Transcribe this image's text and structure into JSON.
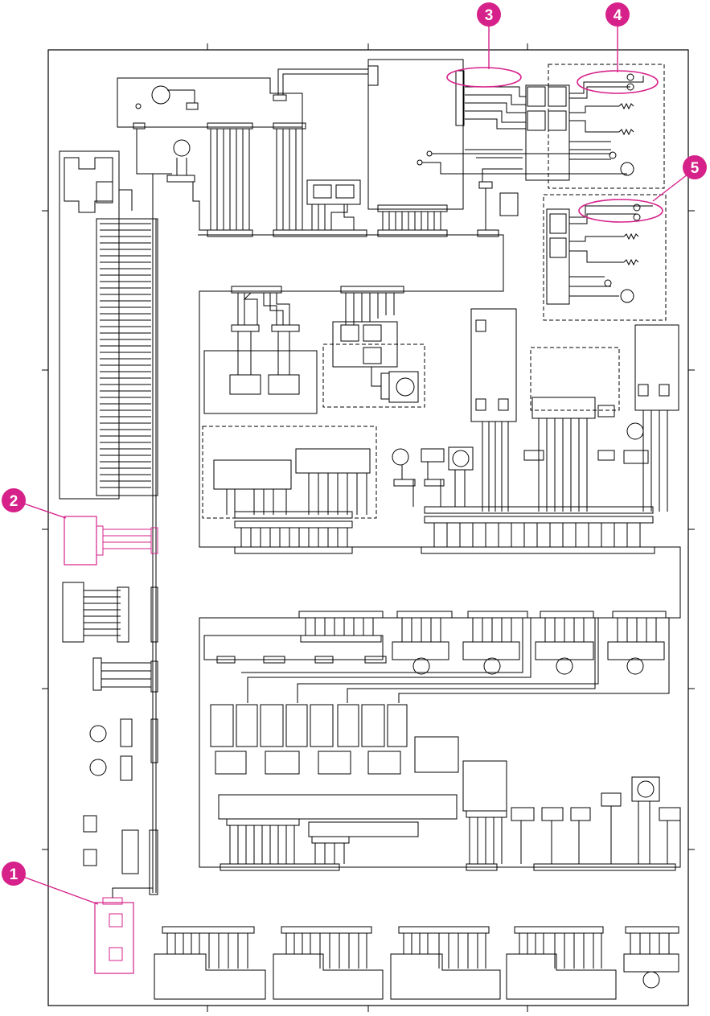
{
  "colors": {
    "line": "#000000",
    "accent": "#d6218a",
    "grey": "#9a9a9a",
    "background": "#ffffff"
  },
  "callouts": [
    {
      "label": "1"
    },
    {
      "label": "2"
    },
    {
      "label": "3"
    },
    {
      "label": "4"
    },
    {
      "label": "5"
    }
  ],
  "icons": [
    "lamp-icon",
    "motor-icon",
    "photo-sensor-icon",
    "heater-icon",
    "switch-icon",
    "fuse-icon"
  ]
}
